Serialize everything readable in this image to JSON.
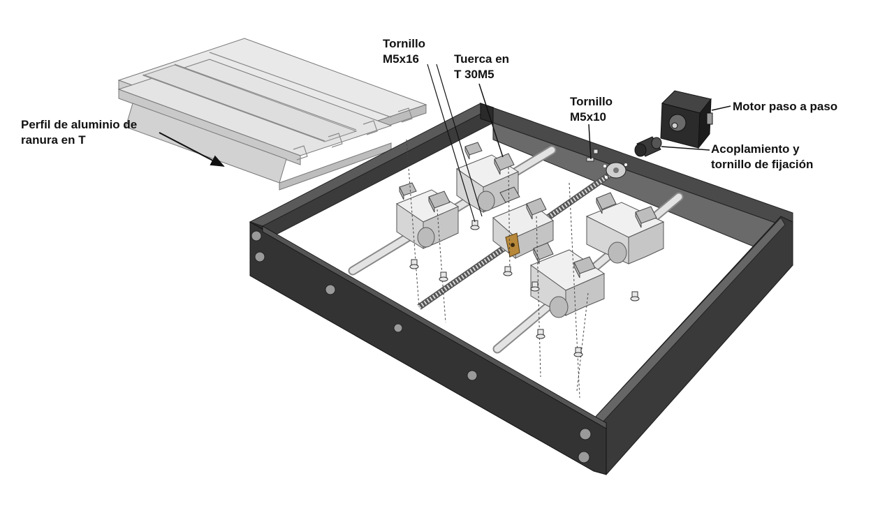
{
  "labels": {
    "profile": {
      "line1": "Perfil de aluminio de",
      "line2": "ranura en T"
    },
    "screw_m5x16": {
      "line1": "Tornillo",
      "line2": "M5x16"
    },
    "tnut": {
      "line1": "Tuerca en",
      "line2": "T 30M5"
    },
    "screw_m5x10": {
      "line1": "Tornillo",
      "line2": "M5x10"
    },
    "motor": {
      "line1": "Motor paso a paso"
    },
    "coupling": {
      "line1": "Acoplamiento y",
      "line2": "tornillo de fijación"
    }
  },
  "colors": {
    "frame": "#3c3c3c",
    "frame_dark": "#232323",
    "aluminum": "#dcdcdc",
    "rod": "#d6d6d6",
    "block": "#e3e3e3",
    "brass": "#b8893a",
    "motor": "#2b2b2b"
  }
}
